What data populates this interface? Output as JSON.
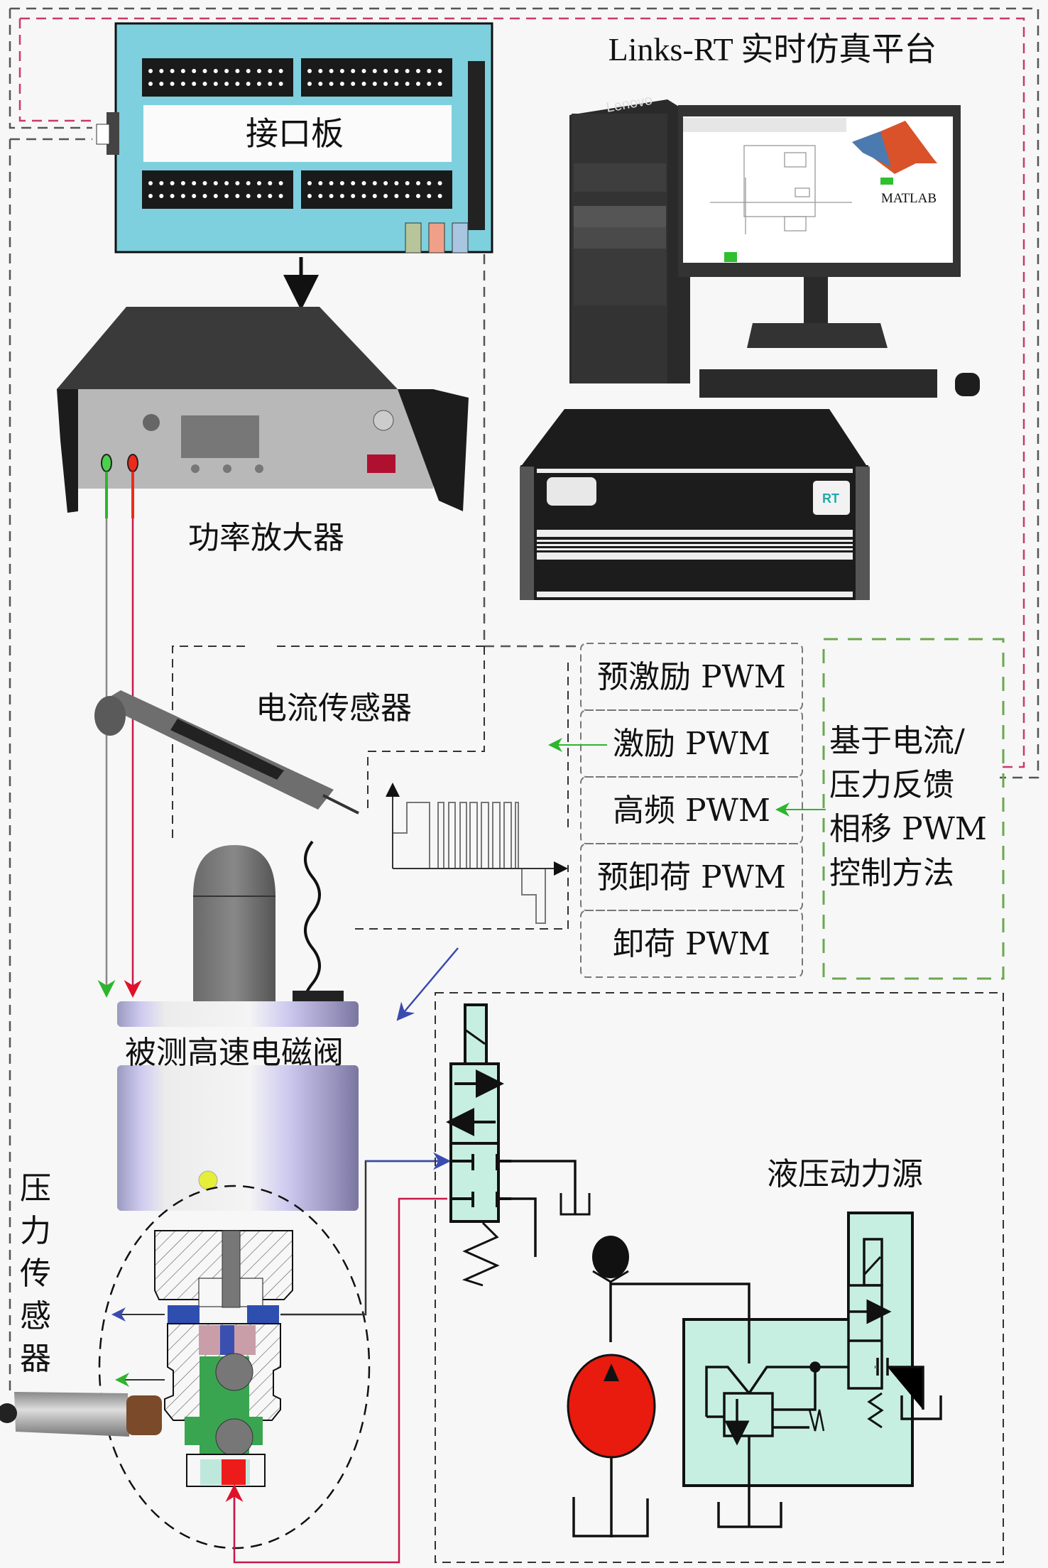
{
  "labels": {
    "interface_board": "接口板",
    "platform_title": "Links-RT 实时仿真平台",
    "monitor_brand": "Lenovo",
    "matlab": "MATLAB",
    "power_amplifier": "功率放大器",
    "current_sensor": "电流传感器",
    "valve_under_test": "被测高速电磁阀",
    "pressure_sensor": [
      "压",
      "力",
      "传",
      "感",
      "器"
    ],
    "hydraulic_source": "液压动力源"
  },
  "pwm_stages": [
    {
      "label": "预激励 PWM"
    },
    {
      "label": "激励 PWM"
    },
    {
      "label": "高频 PWM"
    },
    {
      "label": "预卸荷 PWM"
    },
    {
      "label": "卸荷 PWM"
    }
  ],
  "control_method": [
    "基于电流/",
    "压力反馈",
    "相移 PWM",
    "控制方法"
  ],
  "colors": {
    "board": "#7ed0de",
    "valve_fill": "#c6efe2",
    "pump": "#e81b0e",
    "green_wire": "#2db52d",
    "red_wire": "#e0102a",
    "blue_arrow": "#3a4bb0",
    "control_box_dash": "#6aa84f"
  }
}
